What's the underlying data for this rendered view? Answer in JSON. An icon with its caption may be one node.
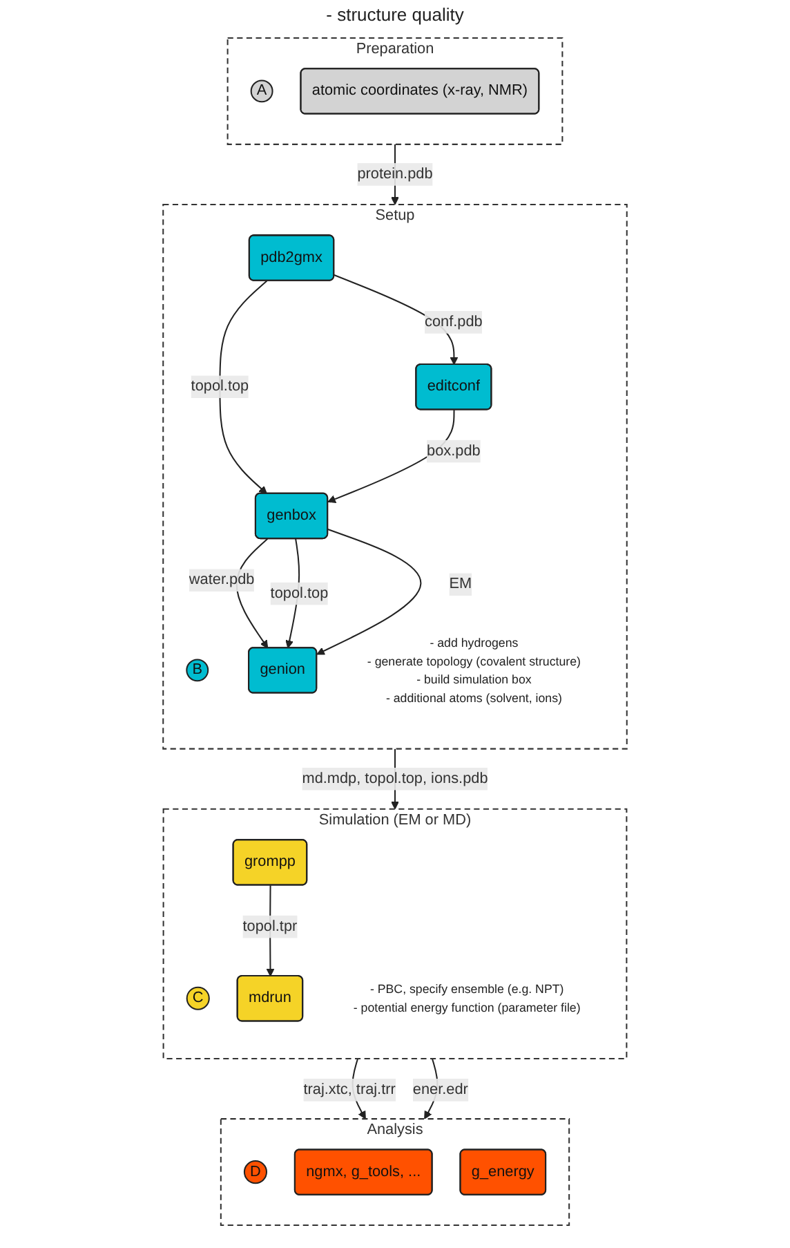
{
  "diagram": {
    "nodes": [
      {
        "text": [
          "Preparation"
        ]
      },
      {
        "text": [
          "A"
        ],
        "in": 0
      },
      {
        "text": [
          "atomic coordinates (x-ray, NMR)"
        ],
        "in": 0
      },
      {
        "text": [
          "Setup"
        ]
      },
      {
        "text": [
          "B"
        ],
        "in": 3,
        "beside": [
          "- add hydrogens",
          "- generate topology (covalent structure)",
          "- build simulation box",
          "- additional atoms (solvent, ions)"
        ]
      },
      {
        "text": [
          "pdb2gmx"
        ],
        "in": 3
      },
      {
        "text": [
          "editconf"
        ],
        "in": 3
      },
      {
        "text": [
          "genbox"
        ],
        "in": 3
      },
      {
        "text": [
          "genion"
        ],
        "in": 3
      },
      {
        "text": [
          "Simulation (EM or MD)"
        ]
      },
      {
        "text": [
          "C"
        ],
        "in": 9,
        "beside": [
          "- PBC, specify ensemble (e.g. NPT)",
          "- potential energy function (parameter file)"
        ]
      },
      {
        "text": [
          "grompp"
        ],
        "in": 9
      },
      {
        "text": [
          "mdrun"
        ],
        "in": 9
      },
      {
        "text": [
          "Analysis"
        ]
      },
      {
        "text": [
          "D"
        ],
        "in": 13
      },
      {
        "text": [
          "ngmx, g_tools, ..."
        ],
        "in": 13
      },
      {
        "text": [
          "g_energy"
        ],
        "in": 13
      }
    ],
    "edges": [
      {
        "from": 0,
        "to": 3,
        "arrow": "to",
        "label": "protein.pdb"
      },
      {
        "from": 5,
        "to": 6,
        "arrow": "to",
        "label": "conf.pdb"
      },
      {
        "from": 5,
        "to": 7,
        "arrow": "to",
        "label": "topol.top"
      },
      {
        "from": 6,
        "to": 7,
        "arrow": "to",
        "label": "box.pdb"
      },
      {
        "from": 7,
        "to": 8,
        "arrow": "to",
        "label": "water.pdb"
      },
      {
        "from": 7,
        "to": 8,
        "arrow": "to",
        "label": "topol.top"
      },
      {
        "from": 7,
        "to": 8,
        "arrow": "to",
        "label": "EM"
      },
      {
        "from": 3,
        "to": 9,
        "arrow": "to",
        "label": "md.mdp, topol.top, ions.pdb"
      },
      {
        "from": 11,
        "to": 12,
        "arrow": "to",
        "label": "topol.tpr"
      },
      {
        "from": 9,
        "to": 13,
        "arrow": "to",
        "label": "traj.xtc, traj.trr"
      },
      {
        "from": 9,
        "to": 13,
        "arrow": "to",
        "label": "ener.edr"
      }
    ],
    "labels": [
      "- structure quality"
    ]
  }
}
